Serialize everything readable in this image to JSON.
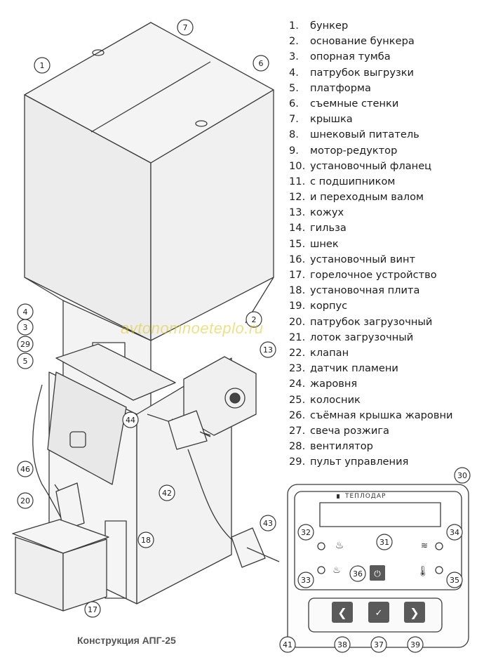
{
  "legend": [
    {
      "num": "1.",
      "text": "бункер"
    },
    {
      "num": "2.",
      "text": "основание бункера"
    },
    {
      "num": "3.",
      "text": "опорная тумба"
    },
    {
      "num": "4.",
      "text": "патрубок выгрузки"
    },
    {
      "num": "5.",
      "text": "платформа"
    },
    {
      "num": "6.",
      "text": "съемные стенки"
    },
    {
      "num": "7.",
      "text": "крышка"
    },
    {
      "num": "8.",
      "text": "шнековый питатель"
    },
    {
      "num": "9.",
      "text": "мотор-редуктор"
    },
    {
      "num": "10.",
      "text": "установочный фланец"
    },
    {
      "num": "11.",
      "text": "с подшипником"
    },
    {
      "num": "12.",
      "text": "и переходным валом"
    },
    {
      "num": "13.",
      "text": "кожух"
    },
    {
      "num": "14.",
      "text": "гильза"
    },
    {
      "num": "15.",
      "text": "шнек"
    },
    {
      "num": "16.",
      "text": "установочный винт"
    },
    {
      "num": "17.",
      "text": "горелочное устройство"
    },
    {
      "num": "18.",
      "text": "установочная плита"
    },
    {
      "num": "19.",
      "text": "корпус"
    },
    {
      "num": "20.",
      "text": "патрубок загрузочный"
    },
    {
      "num": "21.",
      "text": "лоток загрузочный"
    },
    {
      "num": "22.",
      "text": "клапан"
    },
    {
      "num": "23.",
      "text": "датчик пламени"
    },
    {
      "num": "24.",
      "text": "жаровня"
    },
    {
      "num": "25.",
      "text": "колосник"
    },
    {
      "num": "26.",
      "text": "съёмная крышка жаровни"
    },
    {
      "num": "27.",
      "text": "свеча розжига"
    },
    {
      "num": "28.",
      "text": "вентилятор"
    },
    {
      "num": "29.",
      "text": "пульт управления"
    }
  ],
  "caption": "Конструкция АПГ-25",
  "watermark": "avtonomnoeteplo.ru",
  "panel": {
    "brand": "ТЕПЛОДАР"
  },
  "callouts": {
    "c1": "1",
    "c2": "2",
    "c3": "3",
    "c4": "4",
    "c5": "5",
    "c6": "6",
    "c7": "7",
    "c13": "13",
    "c17": "17",
    "c18": "18",
    "c20": "20",
    "c29": "29",
    "c42": "42",
    "c43": "43",
    "c44": "44",
    "c46": "46",
    "c30": "30",
    "c31": "31",
    "c32": "32",
    "c33": "33",
    "c34": "34",
    "c35": "35",
    "c36": "36",
    "c37": "37",
    "c38": "38",
    "c39": "39",
    "c41": "41"
  },
  "colors": {
    "line": "#3a3a3a",
    "button": "#5a5a5a",
    "watermark": "#d8c428"
  }
}
